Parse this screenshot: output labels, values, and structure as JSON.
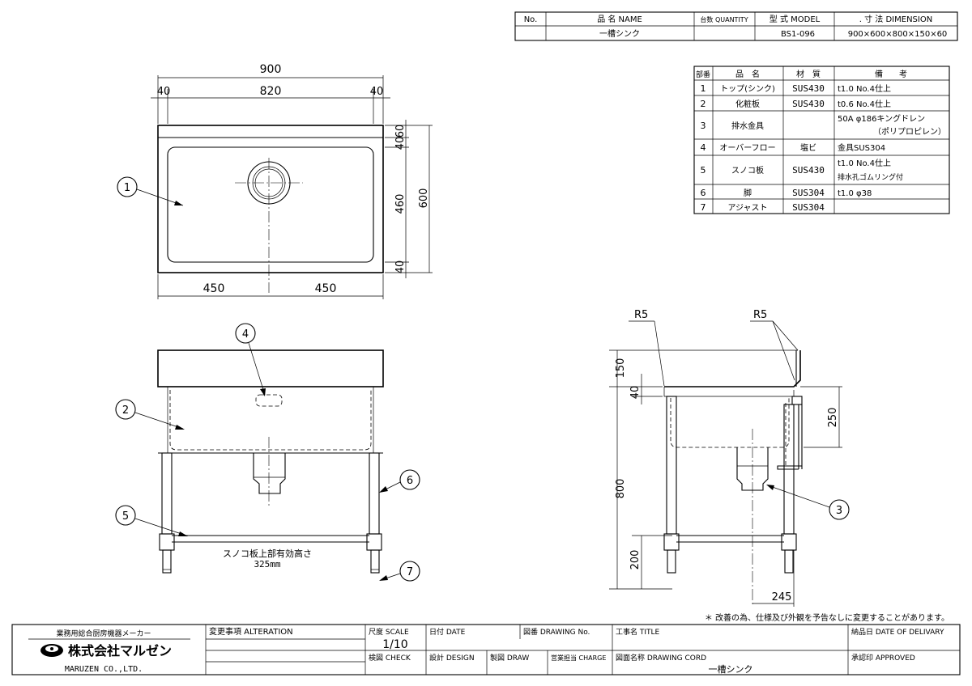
{
  "header_table": {
    "col_no": "No.",
    "col_name": "品 名 NAME",
    "col_qty": "台数 QUANTITY",
    "col_model": "型 式 MODEL",
    "col_dim": ". 寸 法 DIMENSION",
    "row_name": "一槽シンク",
    "row_model": "BS1-096",
    "row_dim": "900×600×800×150×60"
  },
  "parts_table": {
    "headers": [
      "部番",
      "品　名",
      "材　質",
      "備　　考"
    ],
    "rows": [
      {
        "no": "1",
        "name": "トップ(シンク)",
        "material": "SUS430",
        "note1": "t1.0 No.4仕上",
        "note2": ""
      },
      {
        "no": "2",
        "name": "化粧板",
        "material": "SUS430",
        "note1": "t0.6 No.4仕上",
        "note2": ""
      },
      {
        "no": "3",
        "name": "排水金具",
        "material": "",
        "note1": "50A φ186キングドレン",
        "note2": "（ポリプロピレン）"
      },
      {
        "no": "4",
        "name": "オーバーフロー",
        "material": "塩ビ",
        "note1": "金具SUS304",
        "note2": ""
      },
      {
        "no": "5",
        "name": "スノコ板",
        "material": "SUS430",
        "note1": "t1.0 No.4仕上",
        "note2": "排水孔ゴムリング付"
      },
      {
        "no": "6",
        "name": "脚",
        "material": "SUS304",
        "note1": "t1.0 φ38",
        "note2": ""
      },
      {
        "no": "7",
        "name": "アジャスト",
        "material": "SUS304",
        "note1": "",
        "note2": ""
      }
    ]
  },
  "plan_dims": {
    "total_width": "900",
    "inner_width": "820",
    "side_left": "40",
    "side_right": "40",
    "half_left": "450",
    "half_right": "450",
    "depth_total": "600",
    "back_upstand": "60",
    "back_ledge": "40",
    "bowl_depth": "460",
    "front_ledge": "40"
  },
  "side_dims": {
    "r_left": "R5",
    "r_right": "R5",
    "backsplash": "150",
    "top_ledge": "40",
    "bowl": "250",
    "height": "800",
    "shelf": "200",
    "drain_pos": "245"
  },
  "balloons": [
    "1",
    "2",
    "3",
    "4",
    "5",
    "6",
    "7"
  ],
  "shelf_note_line1": "スノコ板上部有効高さ",
  "shelf_note_line2": "325mm",
  "footnote": "＊ 改善の為、仕様及び外観を予告なしに変更することがあります。",
  "title_block": {
    "maker_caption": "業務用総合厨房機器メーカー",
    "company": "株式会社マルゼン",
    "company_en": "MARUZEN CO.,LTD.",
    "alteration": "変更事項 ALTERATION",
    "scale_label": "尺度 SCALE",
    "scale_value": "1/10",
    "date": "日付 DATE",
    "drawing_no": "図番 DRAWING No.",
    "title": "工事名 TITLE",
    "delivery": "納品日 DATE OF DELIVARY",
    "check": "検図 CHECK",
    "design": "設計 DESIGN",
    "draw": "製図 DRAW",
    "charge": "営業担当 CHARGE",
    "drawing_cord": "図面名称 DRAWING CORD",
    "drawing_name": "一槽シンク",
    "approved": "承認印 APPROVED"
  }
}
